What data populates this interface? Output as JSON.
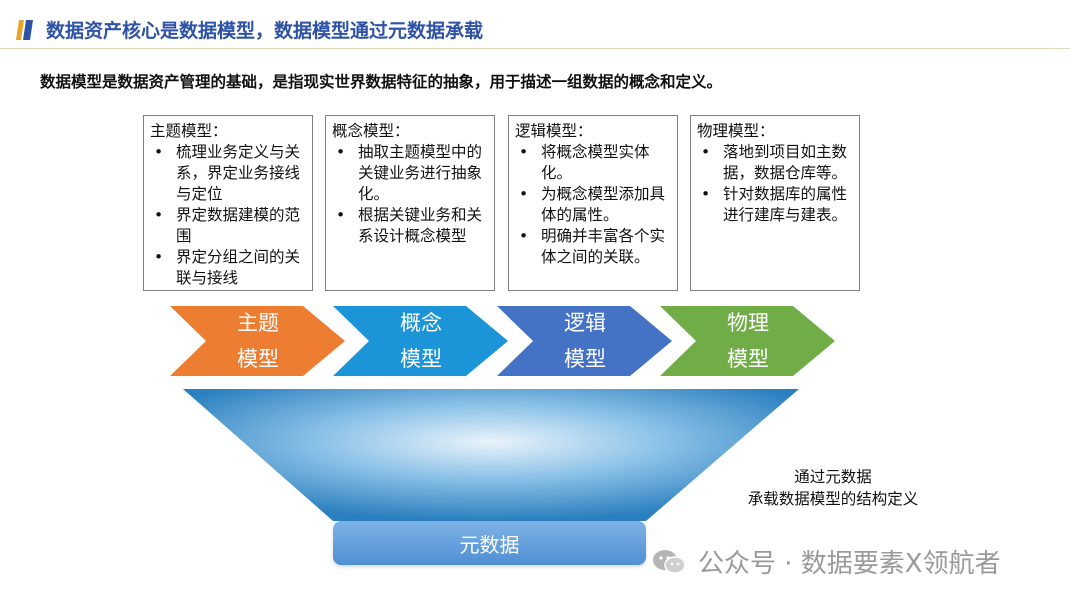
{
  "header": {
    "title": "数据资产核心是数据模型，数据模型通过元数据承载",
    "logo_colors": [
      "#e8a52a",
      "#2e52a6"
    ]
  },
  "subtitle": "数据模型是数据资产管理的基础，是指现实世界数据特征的抽象，用于描述一组数据的概念和定义。",
  "boxes": [
    {
      "heading": "主题模型：",
      "bullets": [
        "梳理业务定义与关系，界定业务接线与定位",
        "界定数据建模的范围",
        "界定分组之间的关联与接线"
      ]
    },
    {
      "heading": "概念模型：",
      "bullets": [
        "抽取主题模型中的关键业务进行抽象化。",
        "根据关键业务和关系设计概念模型"
      ]
    },
    {
      "heading": "逻辑模型：",
      "bullets": [
        "将概念模型实体化。",
        "为概念模型添加具体的属性。",
        "明确并丰富各个实体之间的关联。"
      ]
    },
    {
      "heading": "物理模型：",
      "bullets": [
        "落地到项目如主数据，数据仓库等。",
        "针对数据库的属性进行建库与建表。"
      ]
    }
  ],
  "bullet_symbol": "•",
  "chevrons": [
    {
      "line1": "主题",
      "line2": "模型",
      "color": "#ed7d31"
    },
    {
      "line1": "概念",
      "line2": "模型",
      "color": "#1c94d8"
    },
    {
      "line1": "逻辑",
      "line2": "模型",
      "color": "#4472c4"
    },
    {
      "line1": "物理",
      "line2": "模型",
      "color": "#70ad47"
    }
  ],
  "note": {
    "line1": "通过元数据",
    "line2": "承载数据模型的结构定义"
  },
  "metadata_label": "元数据",
  "watermark": "公众号 · 数据要素X领航者"
}
